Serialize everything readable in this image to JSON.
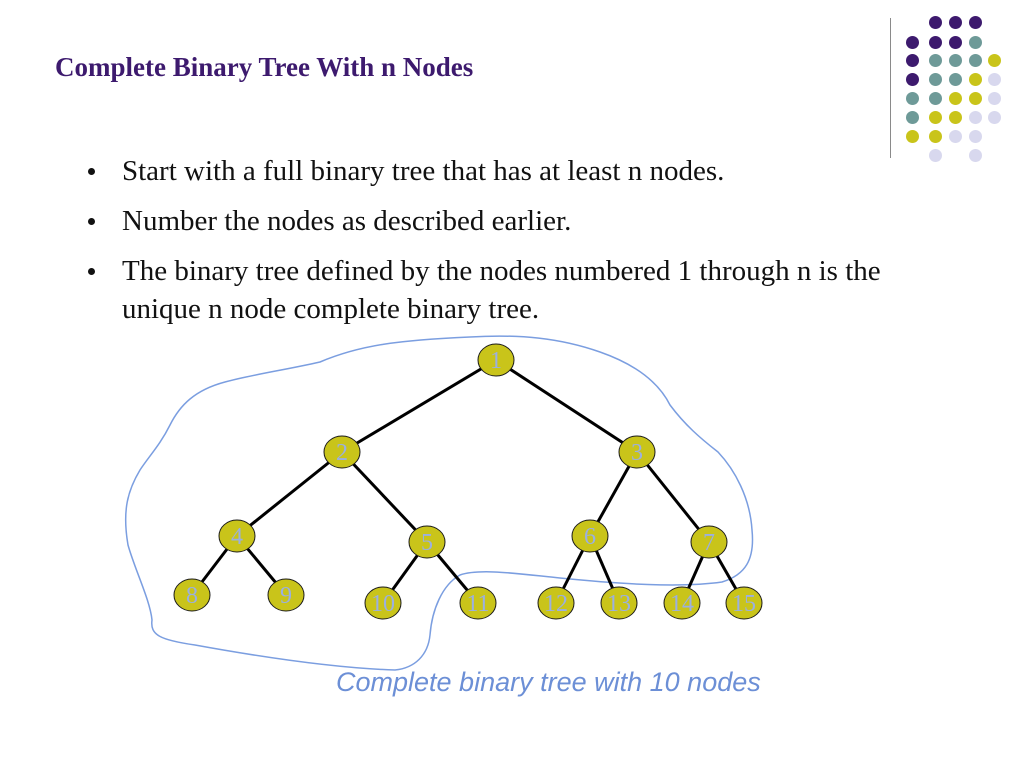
{
  "slide": {
    "title": "Complete Binary Tree With n Nodes",
    "bullets": [
      "Start with a full binary tree that has at least n nodes.",
      "Number the nodes as described earlier.",
      "The binary tree defined by the nodes numbered 1 through n is the unique n node complete binary tree."
    ],
    "caption": "Complete binary tree with 10 nodes"
  },
  "tree": {
    "nodes": [
      "1",
      "2",
      "3",
      "4",
      "5",
      "6",
      "7",
      "8",
      "9",
      "10",
      "11",
      "12",
      "13",
      "14",
      "15"
    ],
    "highlighted_count": 10
  },
  "colors": {
    "title": "#3d1a6e",
    "node_fill": "#c9c41a",
    "node_label": "#9bb0e0",
    "edge": "#000000",
    "outline": "#7b9ee0",
    "caption": "#6c8fd6",
    "deco_purple": "#3d1a6e",
    "deco_teal": "#6e9a98",
    "deco_yellow": "#c9c41a",
    "deco_lavender": "#d8d8ee"
  }
}
